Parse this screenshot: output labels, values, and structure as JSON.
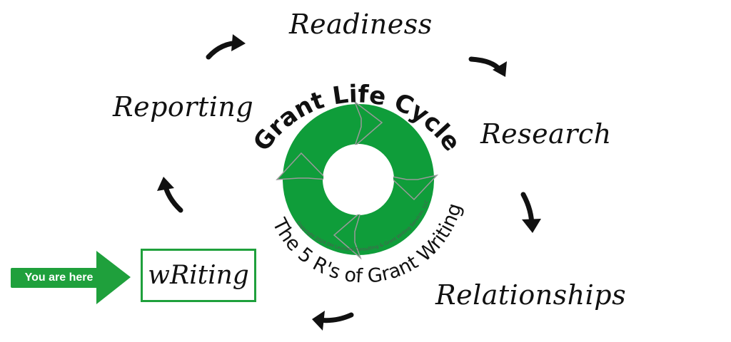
{
  "diagram": {
    "title": "Grant Life Cycle",
    "subtitle": "The 5 R's of Grant Writing",
    "copyright": "Copyright 2024 DH Leonard Consulting & Grant Writing Services, LLC",
    "stages": [
      {
        "label": "Readiness"
      },
      {
        "label": "Research"
      },
      {
        "label": "Relationships"
      },
      {
        "label": "wRiting",
        "current": true
      },
      {
        "label": "Reporting"
      }
    ],
    "marker": {
      "label": "You are here"
    },
    "colors": {
      "cycle_green": "#0f9d3a",
      "marker_green": "#1fa03c",
      "arrow_black": "#111111",
      "divider_gray": "#9a9a9a"
    },
    "icons": {
      "cycle": "circular-arrows-icon",
      "flow_arrows": "curved-arrow-icon"
    }
  }
}
